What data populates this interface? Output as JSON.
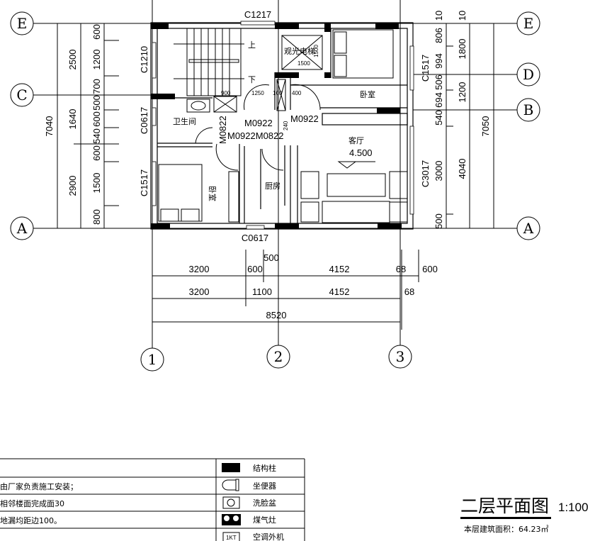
{
  "axes": {
    "E": "E",
    "D": "D",
    "C": "C",
    "B": "B",
    "A": "A",
    "g1": "1",
    "g2": "2",
    "g3": "3"
  },
  "left_dims": {
    "total": "7040",
    "mid": [
      "2500",
      "1640",
      "2900"
    ],
    "inner": [
      "600",
      "1200",
      "700",
      "500",
      "600",
      "540",
      "600",
      "1500",
      "800"
    ]
  },
  "right_dims": {
    "outer": "7050",
    "mid": [
      "10",
      "1800",
      "1200",
      "4040"
    ],
    "inner": [
      "10",
      "806",
      "994",
      "506",
      "694",
      "540",
      "3000",
      "500"
    ]
  },
  "bottom_dims": {
    "row1": [
      "3200",
      "600",
      "500",
      "4152",
      "68",
      "600"
    ],
    "row2": [
      "3200",
      "1100",
      "4152",
      "68"
    ],
    "total": "8520"
  },
  "plan": {
    "windows": {
      "top": "C1217",
      "left_top": "C1210",
      "left_mid": "C0617",
      "left_bot": "C1517",
      "right_top": "C1517",
      "right_bot": "C3017",
      "bottom": "C0617"
    },
    "stairs_up": "上",
    "stairs_down": "下",
    "elevator": "观光电梯",
    "elevator_w": "1500",
    "elevator_h": "1500",
    "bedroom_1": "卧室",
    "bedroom_2": "卧室",
    "bathroom": "卫生间",
    "kitchen": "厨房",
    "living": "客厅",
    "level": "4.500",
    "doors": [
      "M0922",
      "M0922",
      "M0822",
      "M0922M0822"
    ],
    "small_dims": [
      "900",
      "1250",
      "100",
      "400",
      "240"
    ]
  },
  "notes": {
    "lines": [
      "由厂家负责施工安装；",
      "相邻楼面完成面30",
      "地漏均距边100。"
    ]
  },
  "legend": [
    {
      "icon": "structural-column",
      "label": "结构柱"
    },
    {
      "icon": "toilet",
      "label": "坐便器"
    },
    {
      "icon": "washbasin",
      "label": "洗脸盆"
    },
    {
      "icon": "gas-stove",
      "label": "煤气灶"
    },
    {
      "icon": "ac-unit",
      "label": "空调外机",
      "tag": "1KT"
    }
  ],
  "title": {
    "main": "二层平面图",
    "scale": "1:100",
    "area": "本层建筑面积：64.23㎡"
  }
}
